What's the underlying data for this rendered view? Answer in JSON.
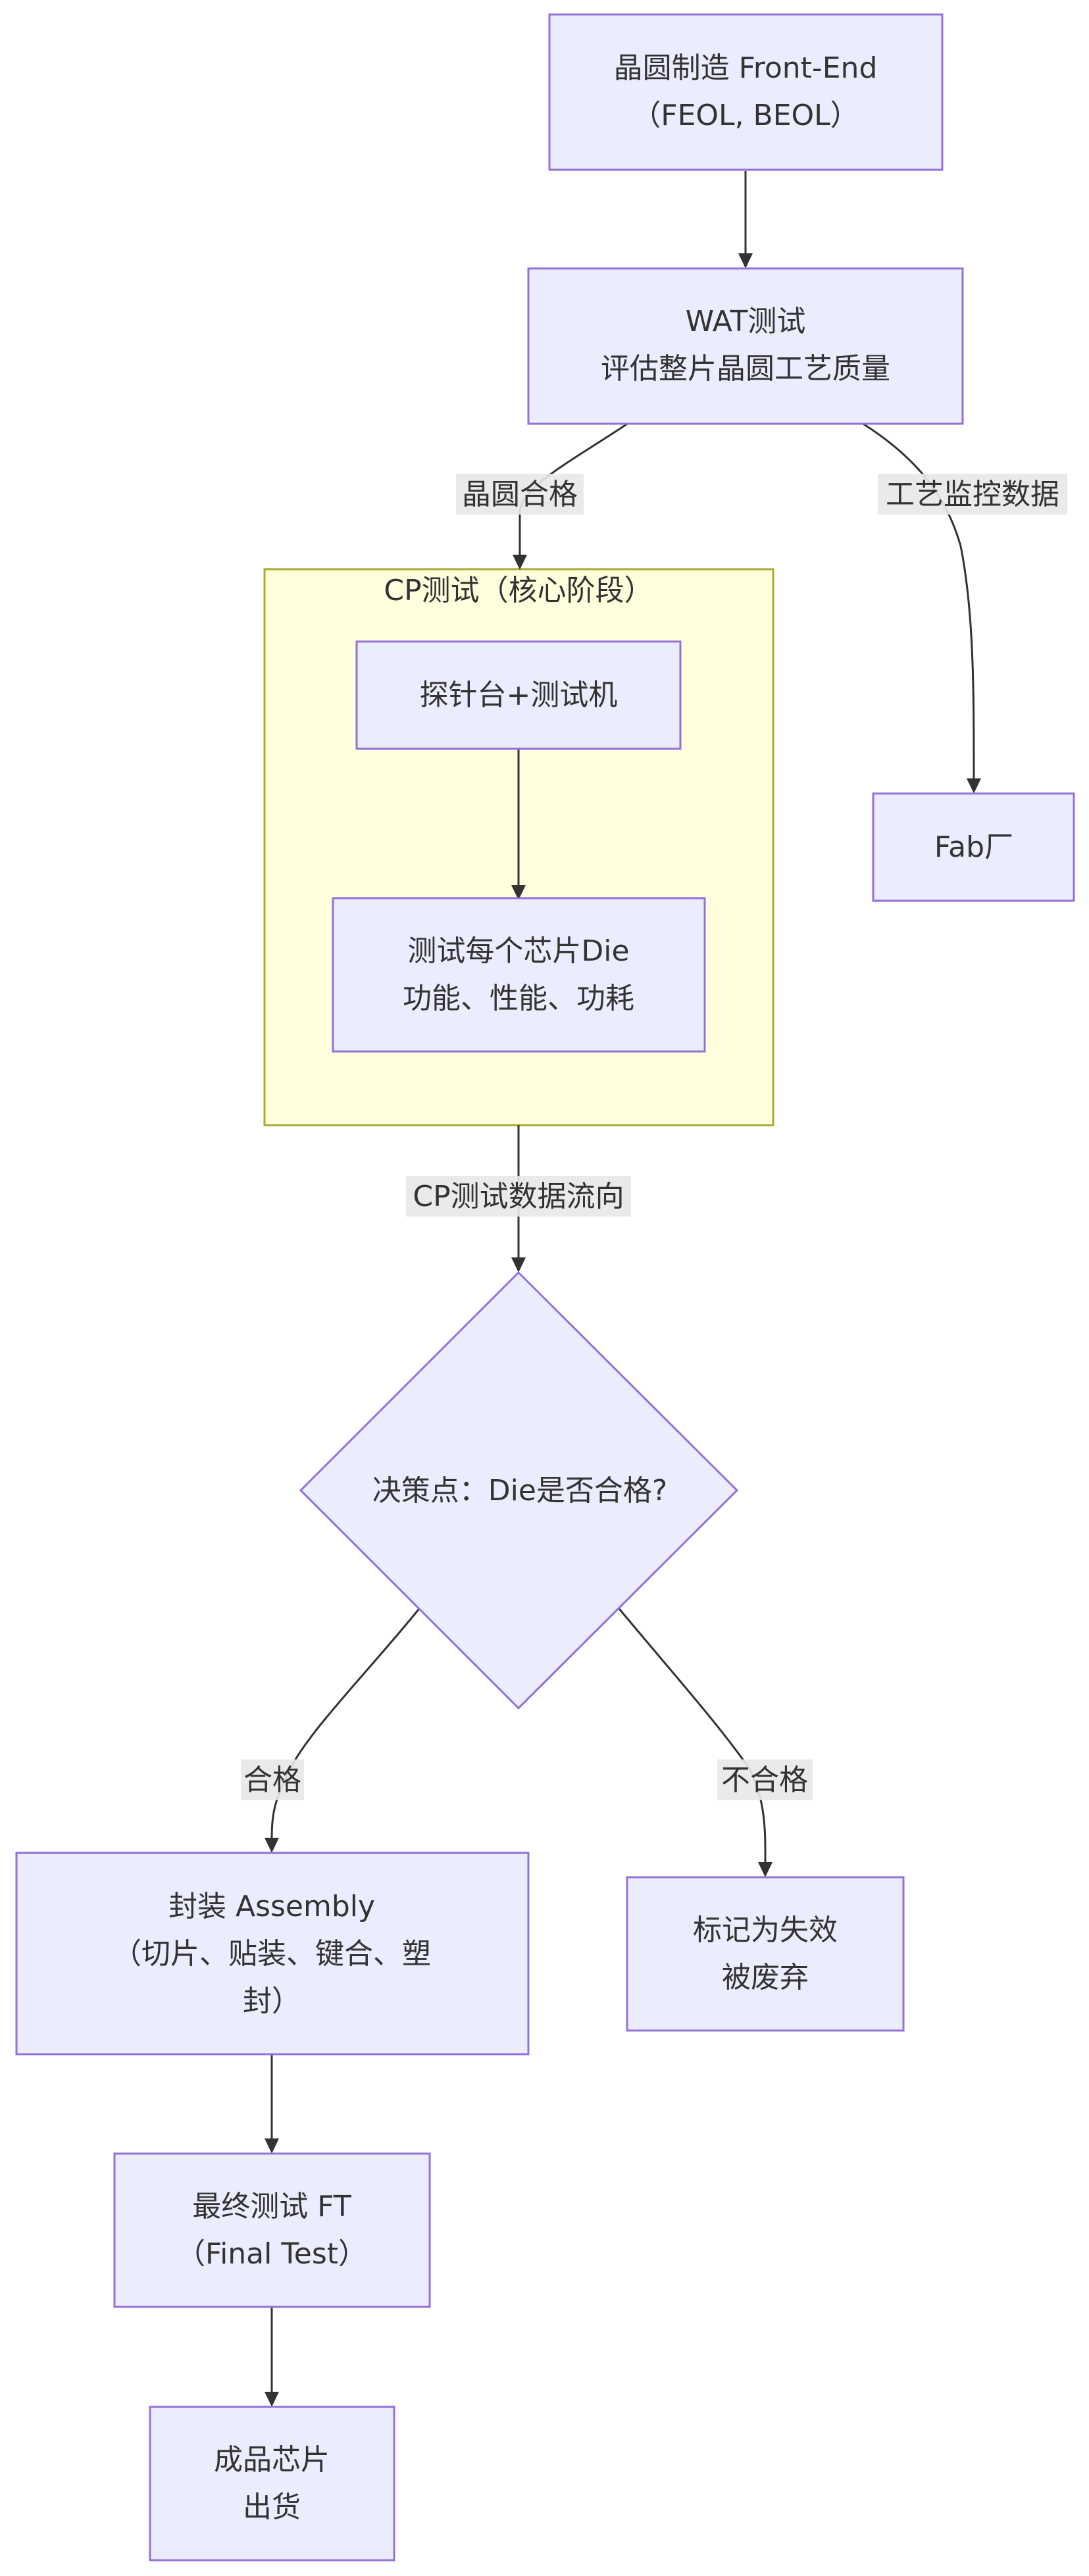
{
  "diagram": {
    "colors": {
      "node_fill": "#ECECFF",
      "node_stroke": "#9370DB",
      "cluster_fill": "#FFFFDE",
      "cluster_stroke": "#AAAA33",
      "edge": "#333333",
      "label_bg": "#E8E8E8"
    },
    "cluster": {
      "title": "CP测试（核心阶段）"
    },
    "nodes": {
      "fab": {
        "line1": "晶圆制造 Front-End",
        "line2": "（FEOL, BEOL）"
      },
      "wat": {
        "line1": "WAT测试",
        "line2": "评估整片晶圆工艺质量"
      },
      "probe": {
        "line1": "探针台+测试机"
      },
      "test_die": {
        "line1": "测试每个芯片Die",
        "line2": "功能、性能、功耗"
      },
      "fab_plant": {
        "line1": "Fab厂"
      },
      "decision": {
        "line1": "决策点：Die是否合格?"
      },
      "assembly": {
        "line1": "封装 Assembly",
        "line2": "（切片、贴装、键合、塑",
        "line3": "封）"
      },
      "reject": {
        "line1": "标记为失效",
        "line2": "被废弃"
      },
      "final_test": {
        "line1": "最终测试 FT",
        "line2": "（Final Test）"
      },
      "ship": {
        "line1": "成品芯片",
        "line2": "出货"
      }
    },
    "edge_labels": {
      "wafer_pass": "晶圆合格",
      "process_data": "工艺监控数据",
      "cp_data_flow": "CP测试数据流向",
      "pass": "合格",
      "fail": "不合格"
    }
  }
}
